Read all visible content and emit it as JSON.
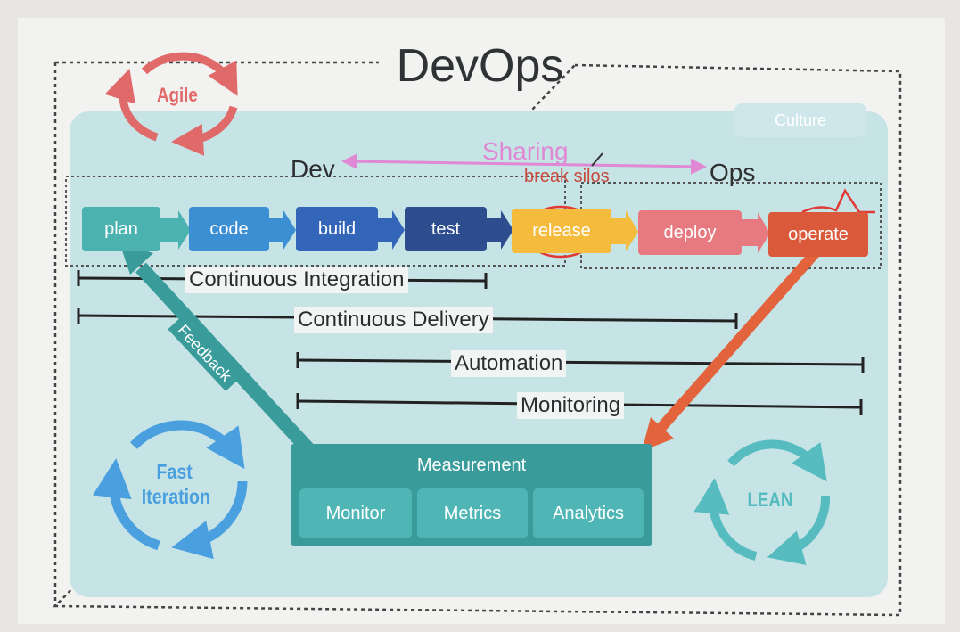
{
  "title": "DevOps",
  "culture_label": "Culture",
  "agile_label": "Agile",
  "fast_iteration_label": [
    "Fast",
    "Iteration"
  ],
  "lean_label": "LEAN",
  "dev_label": "Dev",
  "ops_label": "Ops",
  "sharing_label": "Sharing",
  "break_silos_label": "break silos",
  "stages": [
    "plan",
    "code",
    "build",
    "test",
    "release",
    "deploy",
    "operate"
  ],
  "stage_colors": [
    "#4bb2b0",
    "#3d8fd4",
    "#3366b8",
    "#2d4d8f",
    "#f4bb3d",
    "#e77a80",
    "#d9593a"
  ],
  "spans": {
    "continuous_integration": "Continuous Integration",
    "continuous_delivery": "Continuous Delivery",
    "automation": "Automation",
    "monitoring": "Monitoring"
  },
  "feedback_label": "Feedback",
  "measurement": {
    "title": "Measurement",
    "items": [
      "Monitor",
      "Metrics",
      "Analytics"
    ]
  },
  "colors": {
    "panel": "#c6e3e6",
    "teal": "#3a9b9b",
    "agile_red": "#e06a6a",
    "fast_blue": "#4a9fdf",
    "lean_teal": "#56bcc0",
    "sharing_pink": "#df88d4",
    "annotation_red": "#e03a35",
    "operate_arrow": "#e2633c"
  }
}
